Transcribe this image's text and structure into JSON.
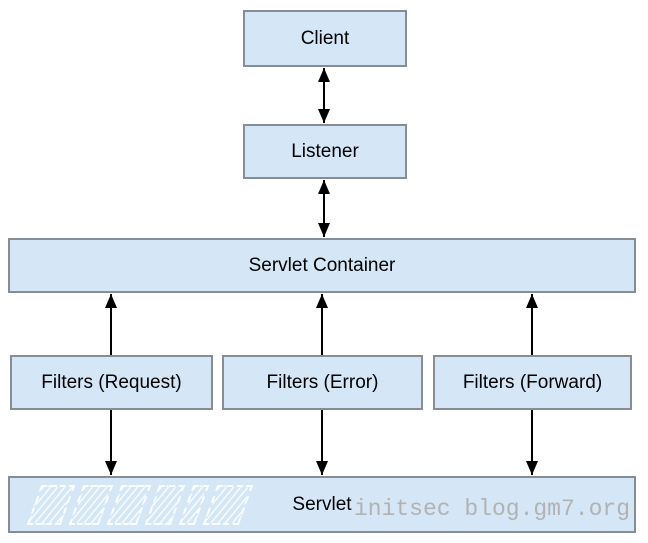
{
  "diagram": {
    "nodes": {
      "client": "Client",
      "listener": "Listener",
      "servlet_container": "Servlet Container",
      "filters_request": "Filters (Request)",
      "filters_error": "Filters (Error)",
      "filters_forward": "Filters (Forward)",
      "servlet": "Servlet"
    },
    "edges": [
      {
        "from": "client",
        "to": "listener",
        "direction": "both"
      },
      {
        "from": "listener",
        "to": "servlet_container",
        "direction": "both"
      },
      {
        "from": "filters_request",
        "to": "servlet_container",
        "direction": "up"
      },
      {
        "from": "filters_error",
        "to": "servlet_container",
        "direction": "up"
      },
      {
        "from": "filters_forward",
        "to": "servlet_container",
        "direction": "up"
      },
      {
        "from": "filters_request",
        "to": "servlet",
        "direction": "down"
      },
      {
        "from": "filters_error",
        "to": "servlet",
        "direction": "down"
      },
      {
        "from": "filters_forward",
        "to": "servlet",
        "direction": "down"
      }
    ],
    "watermark": {
      "text": "initsec blog.gm7.org",
      "logo": "hatched-white-stylized-logo"
    },
    "colors": {
      "node_fill": "#d5e7f6",
      "node_border": "#868d94",
      "arrow": "#000000",
      "text": "#000000",
      "watermark_text": "#b2b2b2",
      "watermark_logo": "#ffffff",
      "background": "#ffffff"
    }
  }
}
